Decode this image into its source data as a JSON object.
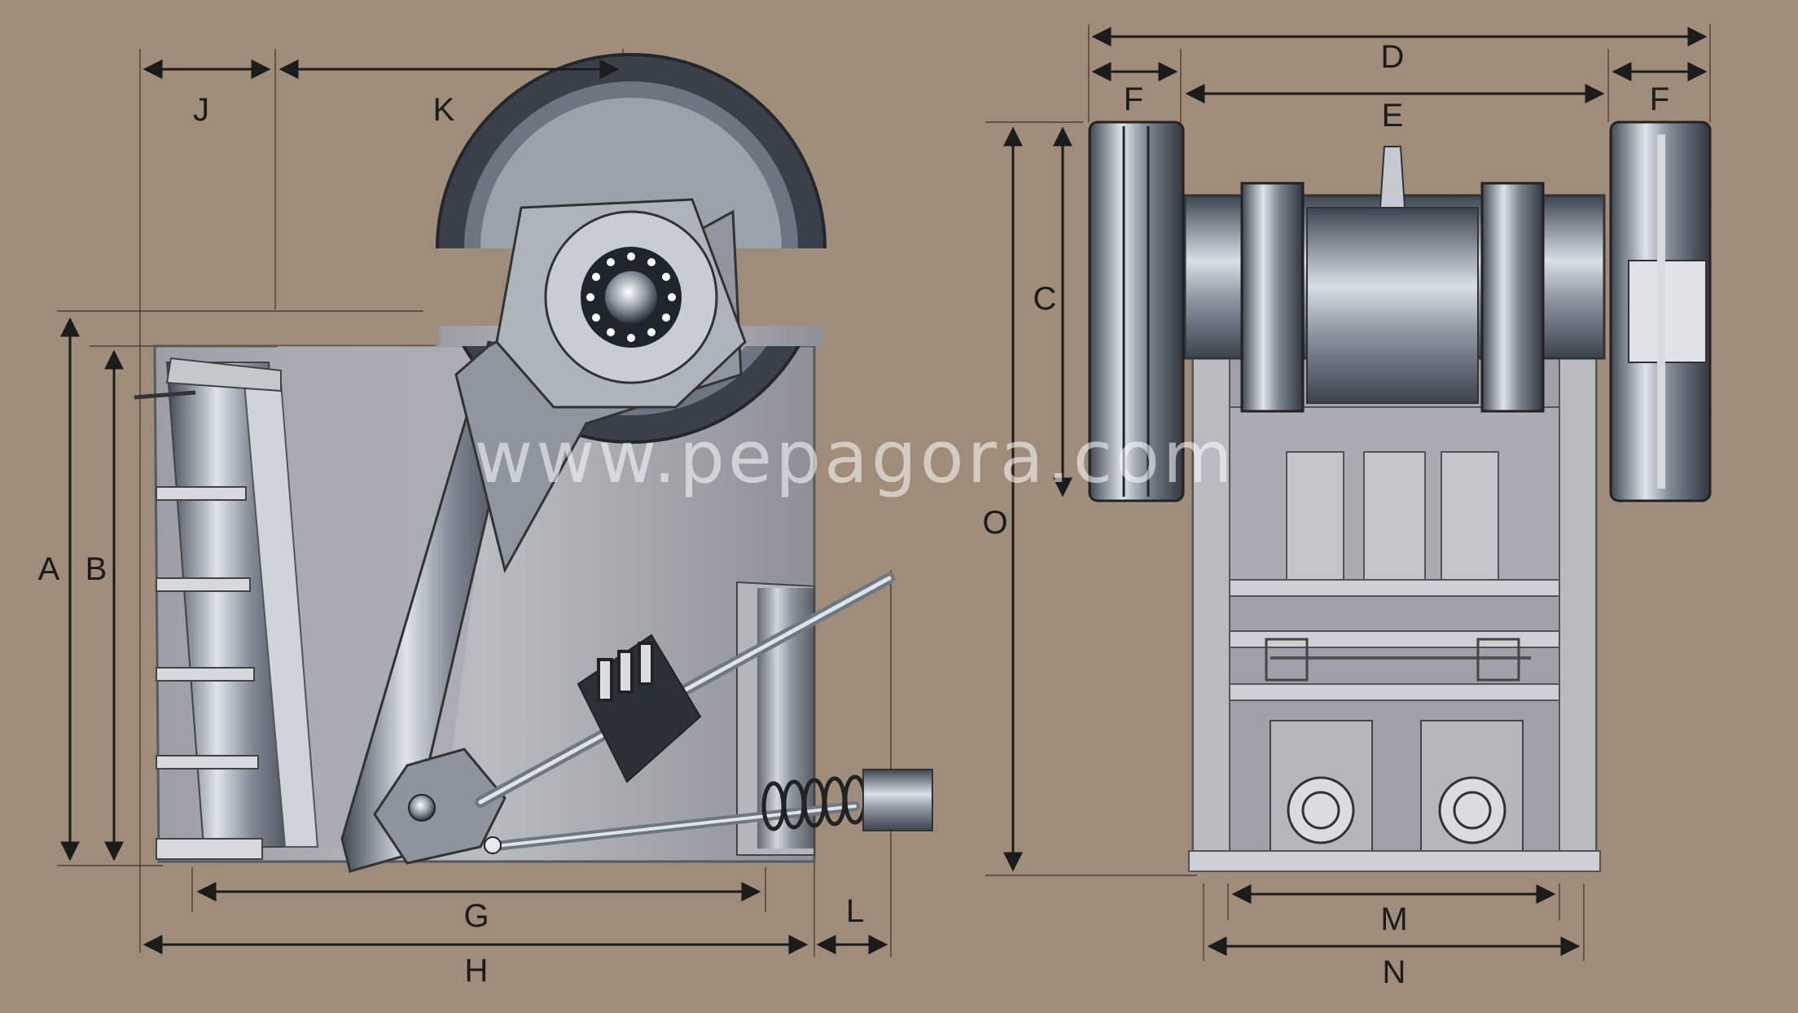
{
  "watermark": "www.pepagora.com",
  "labels": {
    "J": "J",
    "K": "K",
    "A": "A",
    "B": "B",
    "G": "G",
    "H": "H",
    "L": "L",
    "D": "D",
    "F_left": "F",
    "F_right": "F",
    "E": "E",
    "C": "C",
    "O": "O",
    "M": "M",
    "N": "N"
  },
  "colors": {
    "background": "#a08c7a",
    "dimension_line": "#1b1b1b",
    "steel_dark": "#4b5460",
    "steel_light": "#e6eaee",
    "frame_grey": "#8f9399"
  }
}
